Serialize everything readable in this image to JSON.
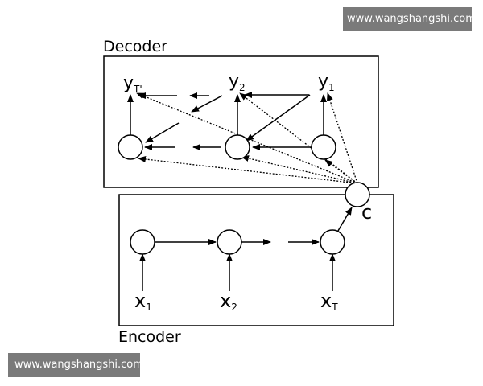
{
  "watermark_top": "www.wangshangshi.com",
  "watermark_bottom": "www.wangshangshi.com",
  "decoder": {
    "title": "Decoder",
    "outputs": [
      {
        "base": "y",
        "sub": "T'"
      },
      {
        "base": "y",
        "sub": "2"
      },
      {
        "base": "y",
        "sub": "1"
      }
    ]
  },
  "encoder": {
    "title": "Encoder",
    "inputs": [
      {
        "base": "x",
        "sub": "1"
      },
      {
        "base": "x",
        "sub": "2"
      },
      {
        "base": "x",
        "sub": "T"
      }
    ]
  },
  "context": {
    "label": "c"
  }
}
